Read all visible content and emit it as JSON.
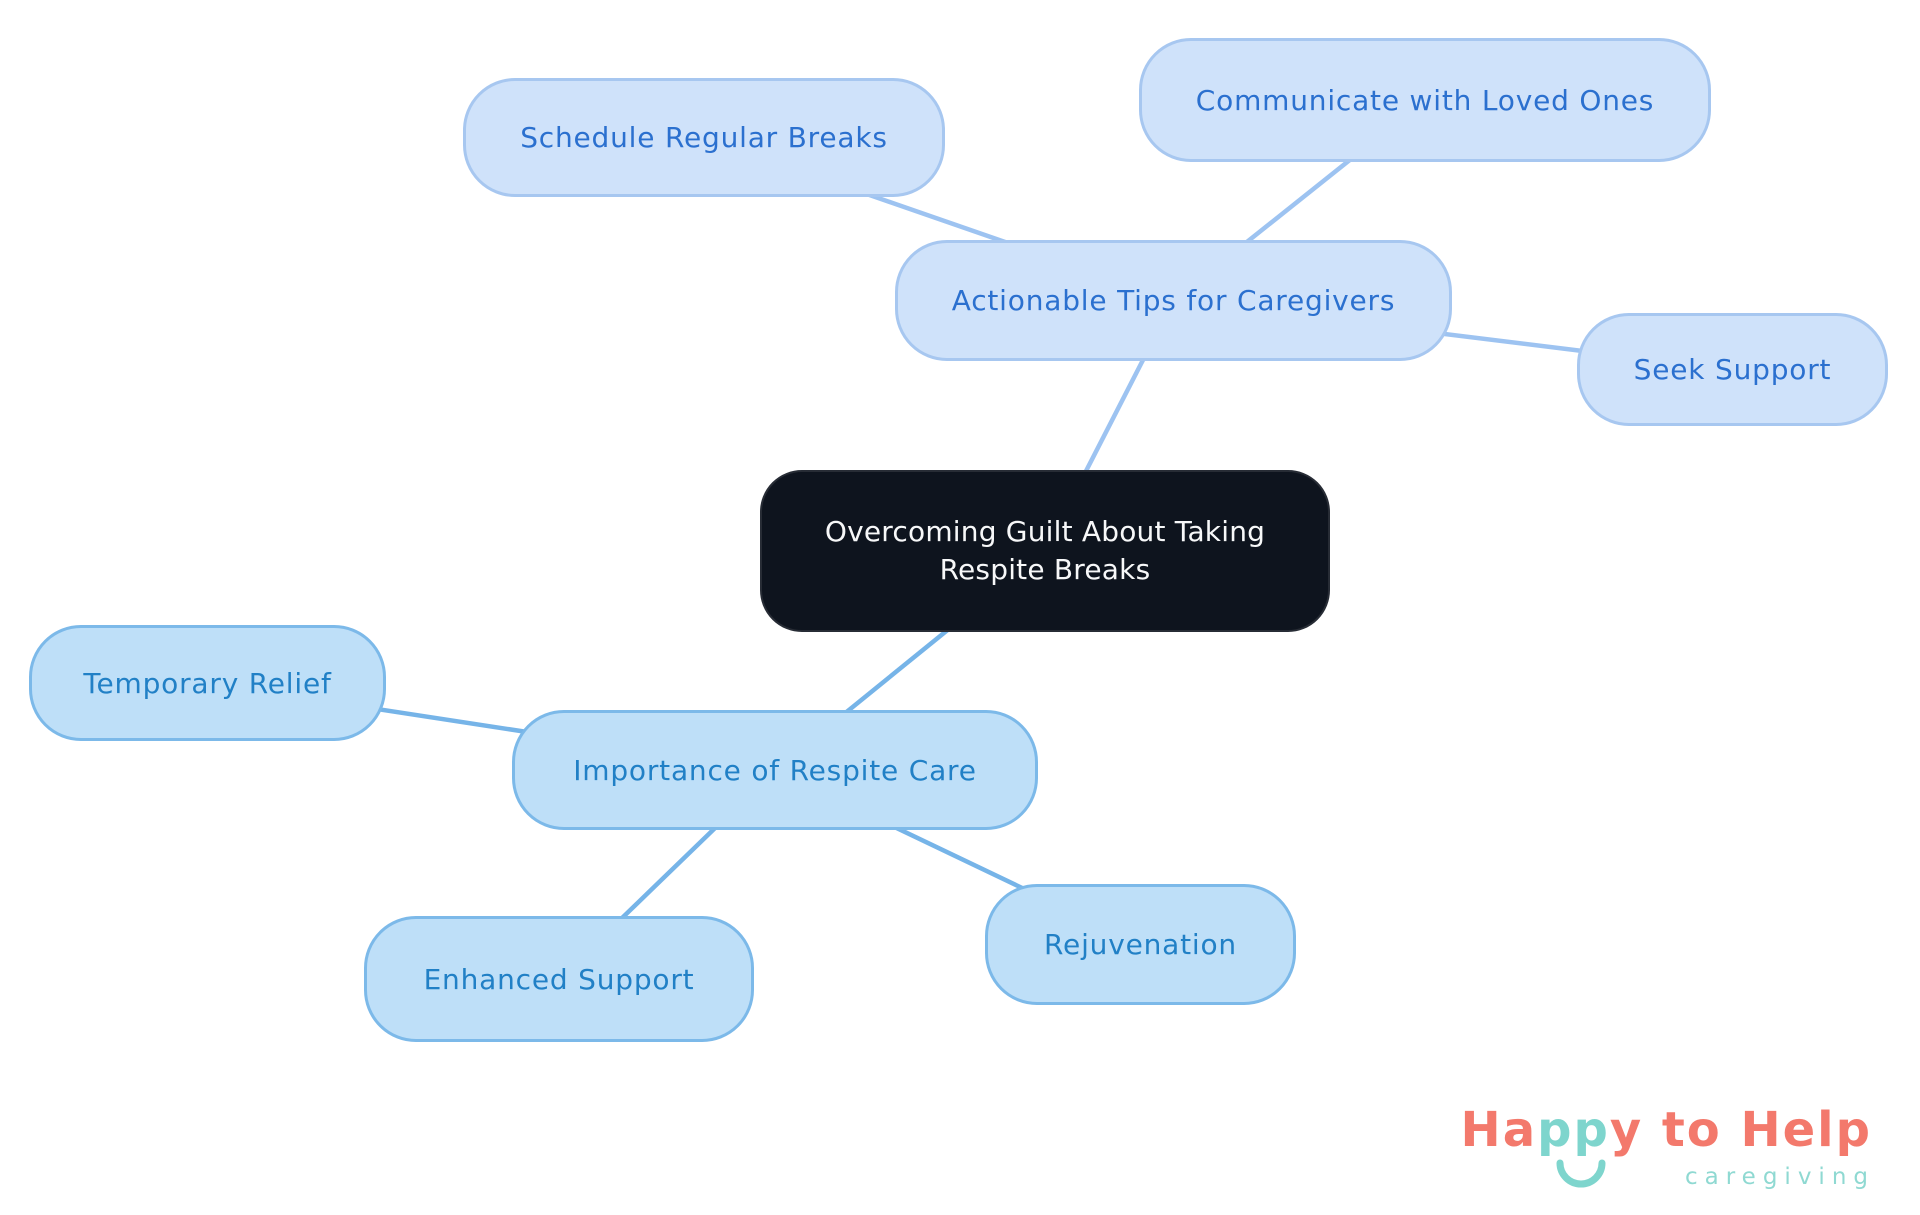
{
  "canvas": {
    "background": "#ffffff"
  },
  "colors": {
    "central_fill": "#0e141e",
    "central_border": "#272c35",
    "central_text": "#f7f8f9",
    "top_fill": "#cfe2fa",
    "top_border": "#a7c7f0",
    "top_text": "#2b70cf",
    "top_edge": "#9dc3f1",
    "bottom_fill": "#bedff8",
    "bottom_border": "#7cb9e9",
    "bottom_text": "#2180c6",
    "bottom_edge": "#76b4e8",
    "logo_coral": "#f3796c",
    "logo_teal": "#7ed5cd",
    "logo_subtitle_teal": "#8fd9d2"
  },
  "mindmap": {
    "nodes": [
      {
        "id": "central",
        "label": "Overcoming Guilt About Taking Respite Breaks",
        "type": "central"
      },
      {
        "id": "actionable",
        "label": "Actionable Tips for Caregivers",
        "type": "branch-top"
      },
      {
        "id": "schedule",
        "label": "Schedule Regular Breaks",
        "type": "leaf-top"
      },
      {
        "id": "communicate",
        "label": "Communicate with Loved Ones",
        "type": "leaf-top"
      },
      {
        "id": "seek",
        "label": "Seek Support",
        "type": "leaf-top"
      },
      {
        "id": "importance",
        "label": "Importance of Respite Care",
        "type": "branch-bottom"
      },
      {
        "id": "temporary",
        "label": "Temporary Relief",
        "type": "leaf-bottom"
      },
      {
        "id": "enhanced",
        "label": "Enhanced Support",
        "type": "leaf-bottom"
      },
      {
        "id": "rejuvenation",
        "label": "Rejuvenation",
        "type": "leaf-bottom"
      }
    ],
    "edges": [
      {
        "from": "central",
        "to": "actionable",
        "group": "top"
      },
      {
        "from": "actionable",
        "to": "schedule",
        "group": "top"
      },
      {
        "from": "actionable",
        "to": "communicate",
        "group": "top"
      },
      {
        "from": "actionable",
        "to": "seek",
        "group": "top"
      },
      {
        "from": "central",
        "to": "importance",
        "group": "bottom"
      },
      {
        "from": "importance",
        "to": "temporary",
        "group": "bottom"
      },
      {
        "from": "importance",
        "to": "enhanced",
        "group": "bottom"
      },
      {
        "from": "importance",
        "to": "rejuvenation",
        "group": "bottom"
      }
    ]
  },
  "logo": {
    "title_parts": {
      "p1": "Ha",
      "p2": "pp",
      "p3": "y",
      "p4": " to ",
      "p5": "Help"
    },
    "subtitle": "caregiving"
  }
}
